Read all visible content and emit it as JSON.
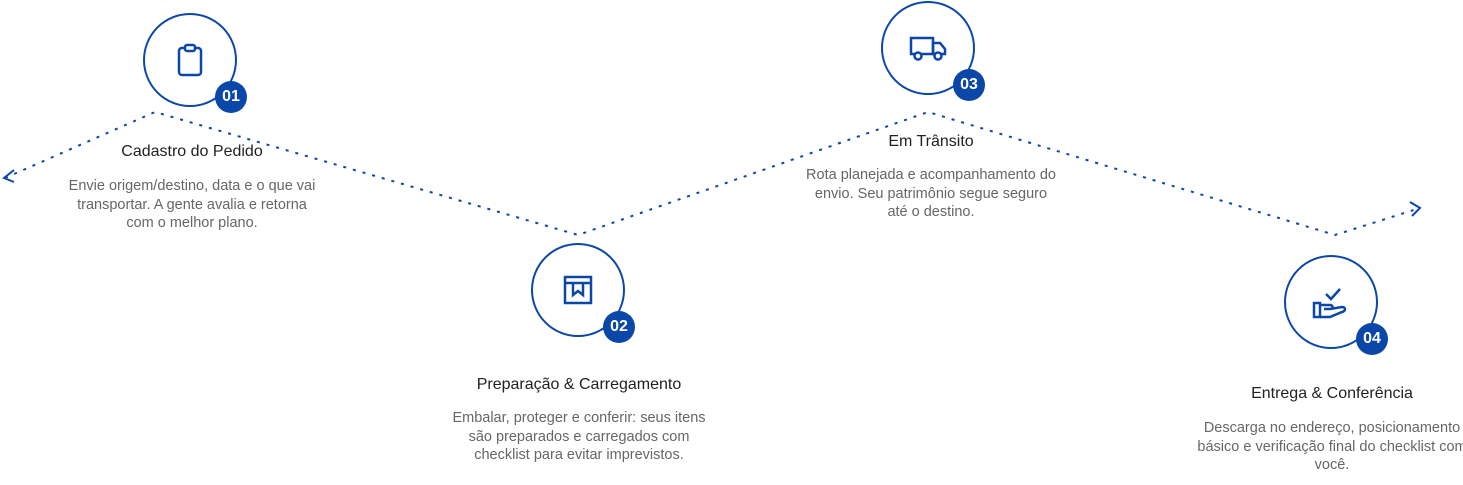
{
  "accent": "#0a47a9",
  "steps": [
    {
      "number": "01",
      "icon": "clipboard-icon",
      "title": "Cadastro do Pedido",
      "desc": "Envie origem/destino, data e o que vai transportar. A gente avalia e retorna com o melhor plano."
    },
    {
      "number": "02",
      "icon": "package-icon",
      "title": "Preparação & Carregamento",
      "desc": "Embalar, proteger e conferir: seus itens são preparados e carregados com checklist para evitar imprevistos."
    },
    {
      "number": "03",
      "icon": "truck-icon",
      "title": "Em Trânsito",
      "desc": "Rota planejada e acompanhamento do envio. Seu patrimônio segue seguro até o destino."
    },
    {
      "number": "04",
      "icon": "hand-check-icon",
      "title": "Entrega & Conferência",
      "desc": "Descarga no endereço, posicionamento básico e verificação final do checklist com você."
    }
  ]
}
